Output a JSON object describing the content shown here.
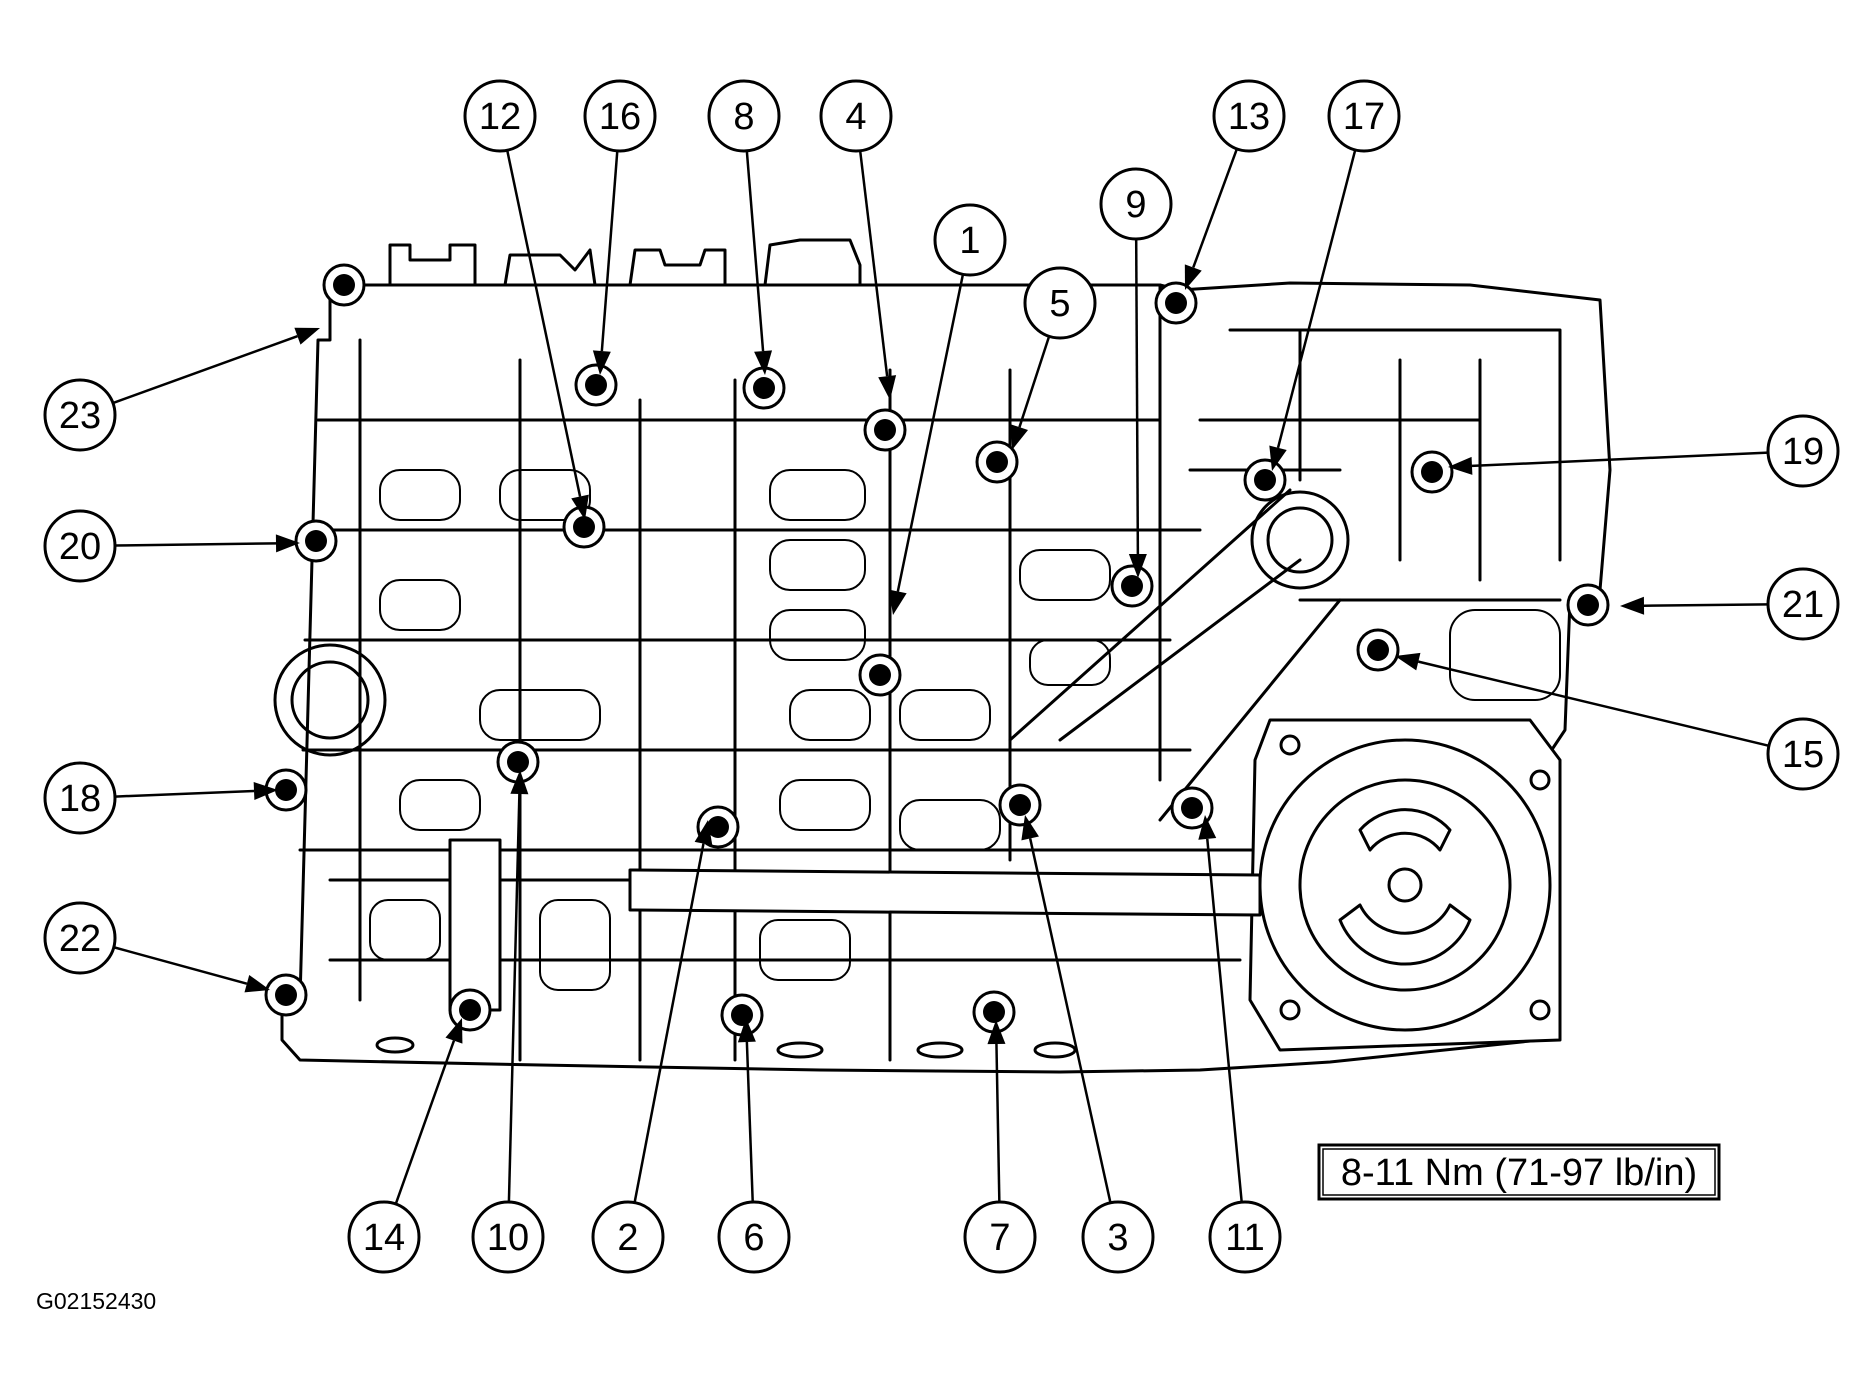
{
  "figure": {
    "spec_label": "8-11 Nm (71-97 lb/in)",
    "figure_id": "G02152430"
  },
  "callouts": [
    {
      "num": "1"
    },
    {
      "num": "2"
    },
    {
      "num": "3"
    },
    {
      "num": "4"
    },
    {
      "num": "5"
    },
    {
      "num": "6"
    },
    {
      "num": "7"
    },
    {
      "num": "8"
    },
    {
      "num": "9"
    },
    {
      "num": "10"
    },
    {
      "num": "11"
    },
    {
      "num": "12"
    },
    {
      "num": "13"
    },
    {
      "num": "14"
    },
    {
      "num": "15"
    },
    {
      "num": "16"
    },
    {
      "num": "17"
    },
    {
      "num": "18"
    },
    {
      "num": "19"
    },
    {
      "num": "20"
    },
    {
      "num": "21"
    },
    {
      "num": "22"
    },
    {
      "num": "23"
    }
  ]
}
